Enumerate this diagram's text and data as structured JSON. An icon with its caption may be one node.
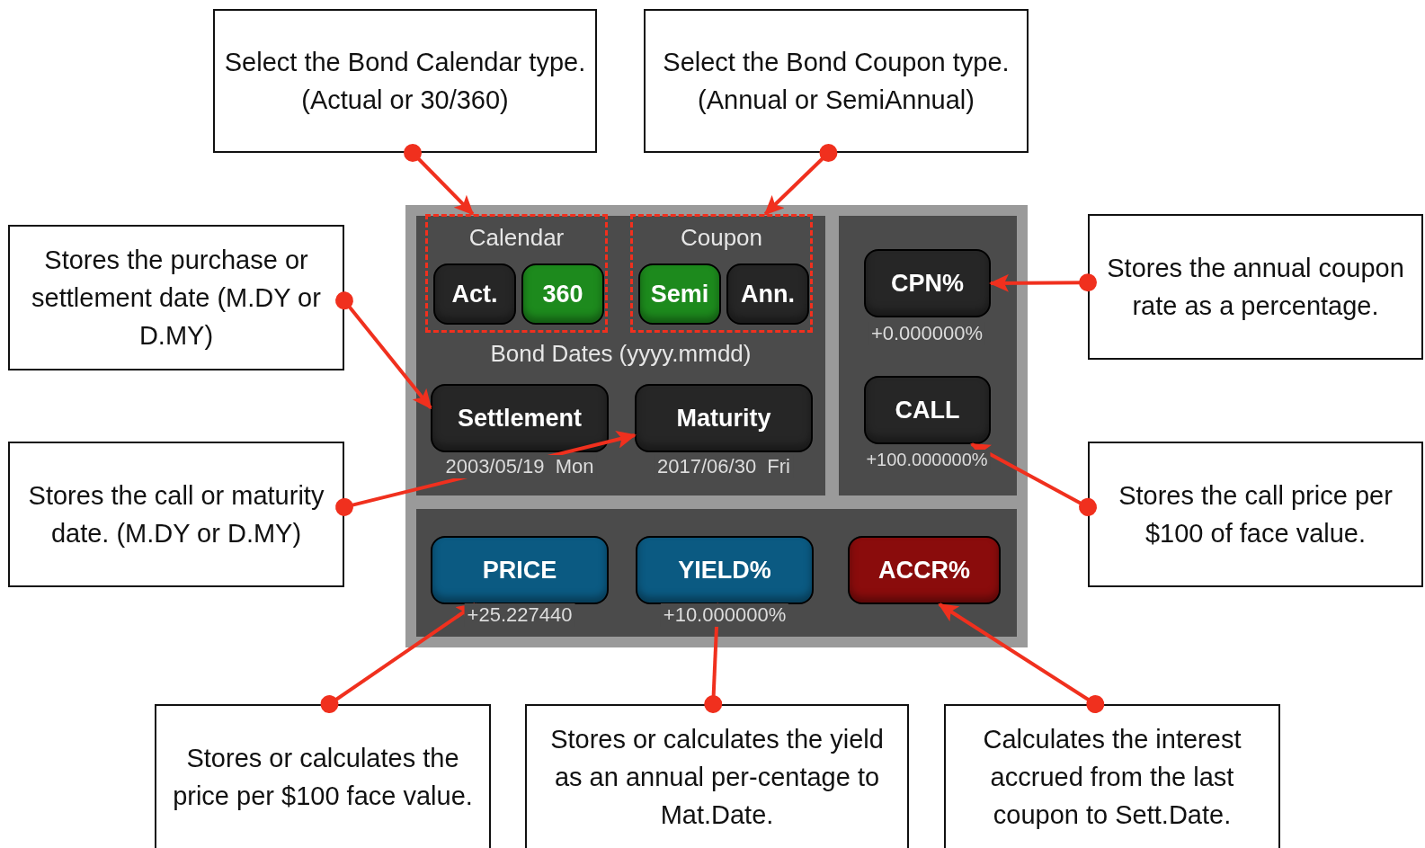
{
  "diagram": {
    "nodes": [
      {
        "text": [
          "Select the Bond Calendar type. (Actual or 30/360)"
        ]
      },
      {
        "text": [
          "Select the Bond Coupon type. (Annual or SemiAnnual)"
        ]
      },
      {
        "text": [
          "Stores the purchase or settlement date (M.DY or D.MY)"
        ]
      },
      {
        "text": [],
        "shape": "box"
      },
      {
        "text": [
          "Bond Dates (yyyy.mmdd)"
        ],
        "in": 3
      },
      {
        "text": [
          "Calendar"
        ],
        "in": 4
      },
      {
        "text": [
          "Act."
        ],
        "in": 5
      },
      {
        "text": [
          "360"
        ],
        "in": 5
      },
      {
        "text": [
          "Coupon"
        ],
        "in": 4
      },
      {
        "text": [
          "Semi"
        ],
        "in": 8
      },
      {
        "text": [
          "Ann."
        ],
        "in": 8
      },
      {
        "text": [
          "Settlement"
        ],
        "in": 4,
        "beside": [
          "2003/05/19  Mon"
        ]
      },
      {
        "text": [
          "Maturity"
        ],
        "in": 4,
        "beside": [
          "2017/06/30  Fri"
        ]
      },
      {
        "text": [],
        "shape": "box",
        "in": 3
      },
      {
        "text": [
          "CPN%"
        ],
        "in": 13,
        "beside": [
          "+0.000000%"
        ]
      },
      {
        "text": [
          "CALL"
        ],
        "in": 13,
        "beside": [
          "+100.000000%"
        ]
      },
      {
        "text": [],
        "shape": "box",
        "in": 3
      },
      {
        "text": [
          "PRICE"
        ],
        "in": 16,
        "beside": [
          "+25.227440"
        ]
      },
      {
        "text": [
          "YIELD%"
        ],
        "in": 16,
        "beside": [
          "+10.000000%"
        ]
      },
      {
        "text": [
          "ACCR%"
        ],
        "in": 16
      },
      {
        "text": [
          "Stores the annual coupon rate as a percentage."
        ]
      },
      {
        "text": [
          "Stores the call or maturity date. (M.DY or D.MY)"
        ]
      },
      {
        "text": [
          "Stores the call price per $100 of face value."
        ]
      },
      {
        "text": [
          "Stores or calculates the price per $100 face value."
        ]
      },
      {
        "text": [
          "Stores or calculates the yield as an annual per-centage to Mat.Date."
        ]
      },
      {
        "text": [
          "Calculates the interest accrued from the last coupon to Sett.Date."
        ]
      }
    ],
    "edges": [
      {
        "from": 0,
        "to": 5,
        "arrow": "to"
      },
      {
        "from": 1,
        "to": 8,
        "arrow": "to"
      },
      {
        "from": 2,
        "to": 11,
        "arrow": "to"
      },
      {
        "from": 21,
        "to": 12,
        "arrow": "to"
      },
      {
        "from": 20,
        "to": 14,
        "arrow": "to"
      },
      {
        "from": 22,
        "to": 15,
        "arrow": "to"
      },
      {
        "from": 23,
        "to": 17,
        "arrow": "to"
      },
      {
        "from": 24,
        "to": 18,
        "arrow": "to"
      },
      {
        "from": 25,
        "to": 19,
        "arrow": "to"
      }
    ]
  }
}
